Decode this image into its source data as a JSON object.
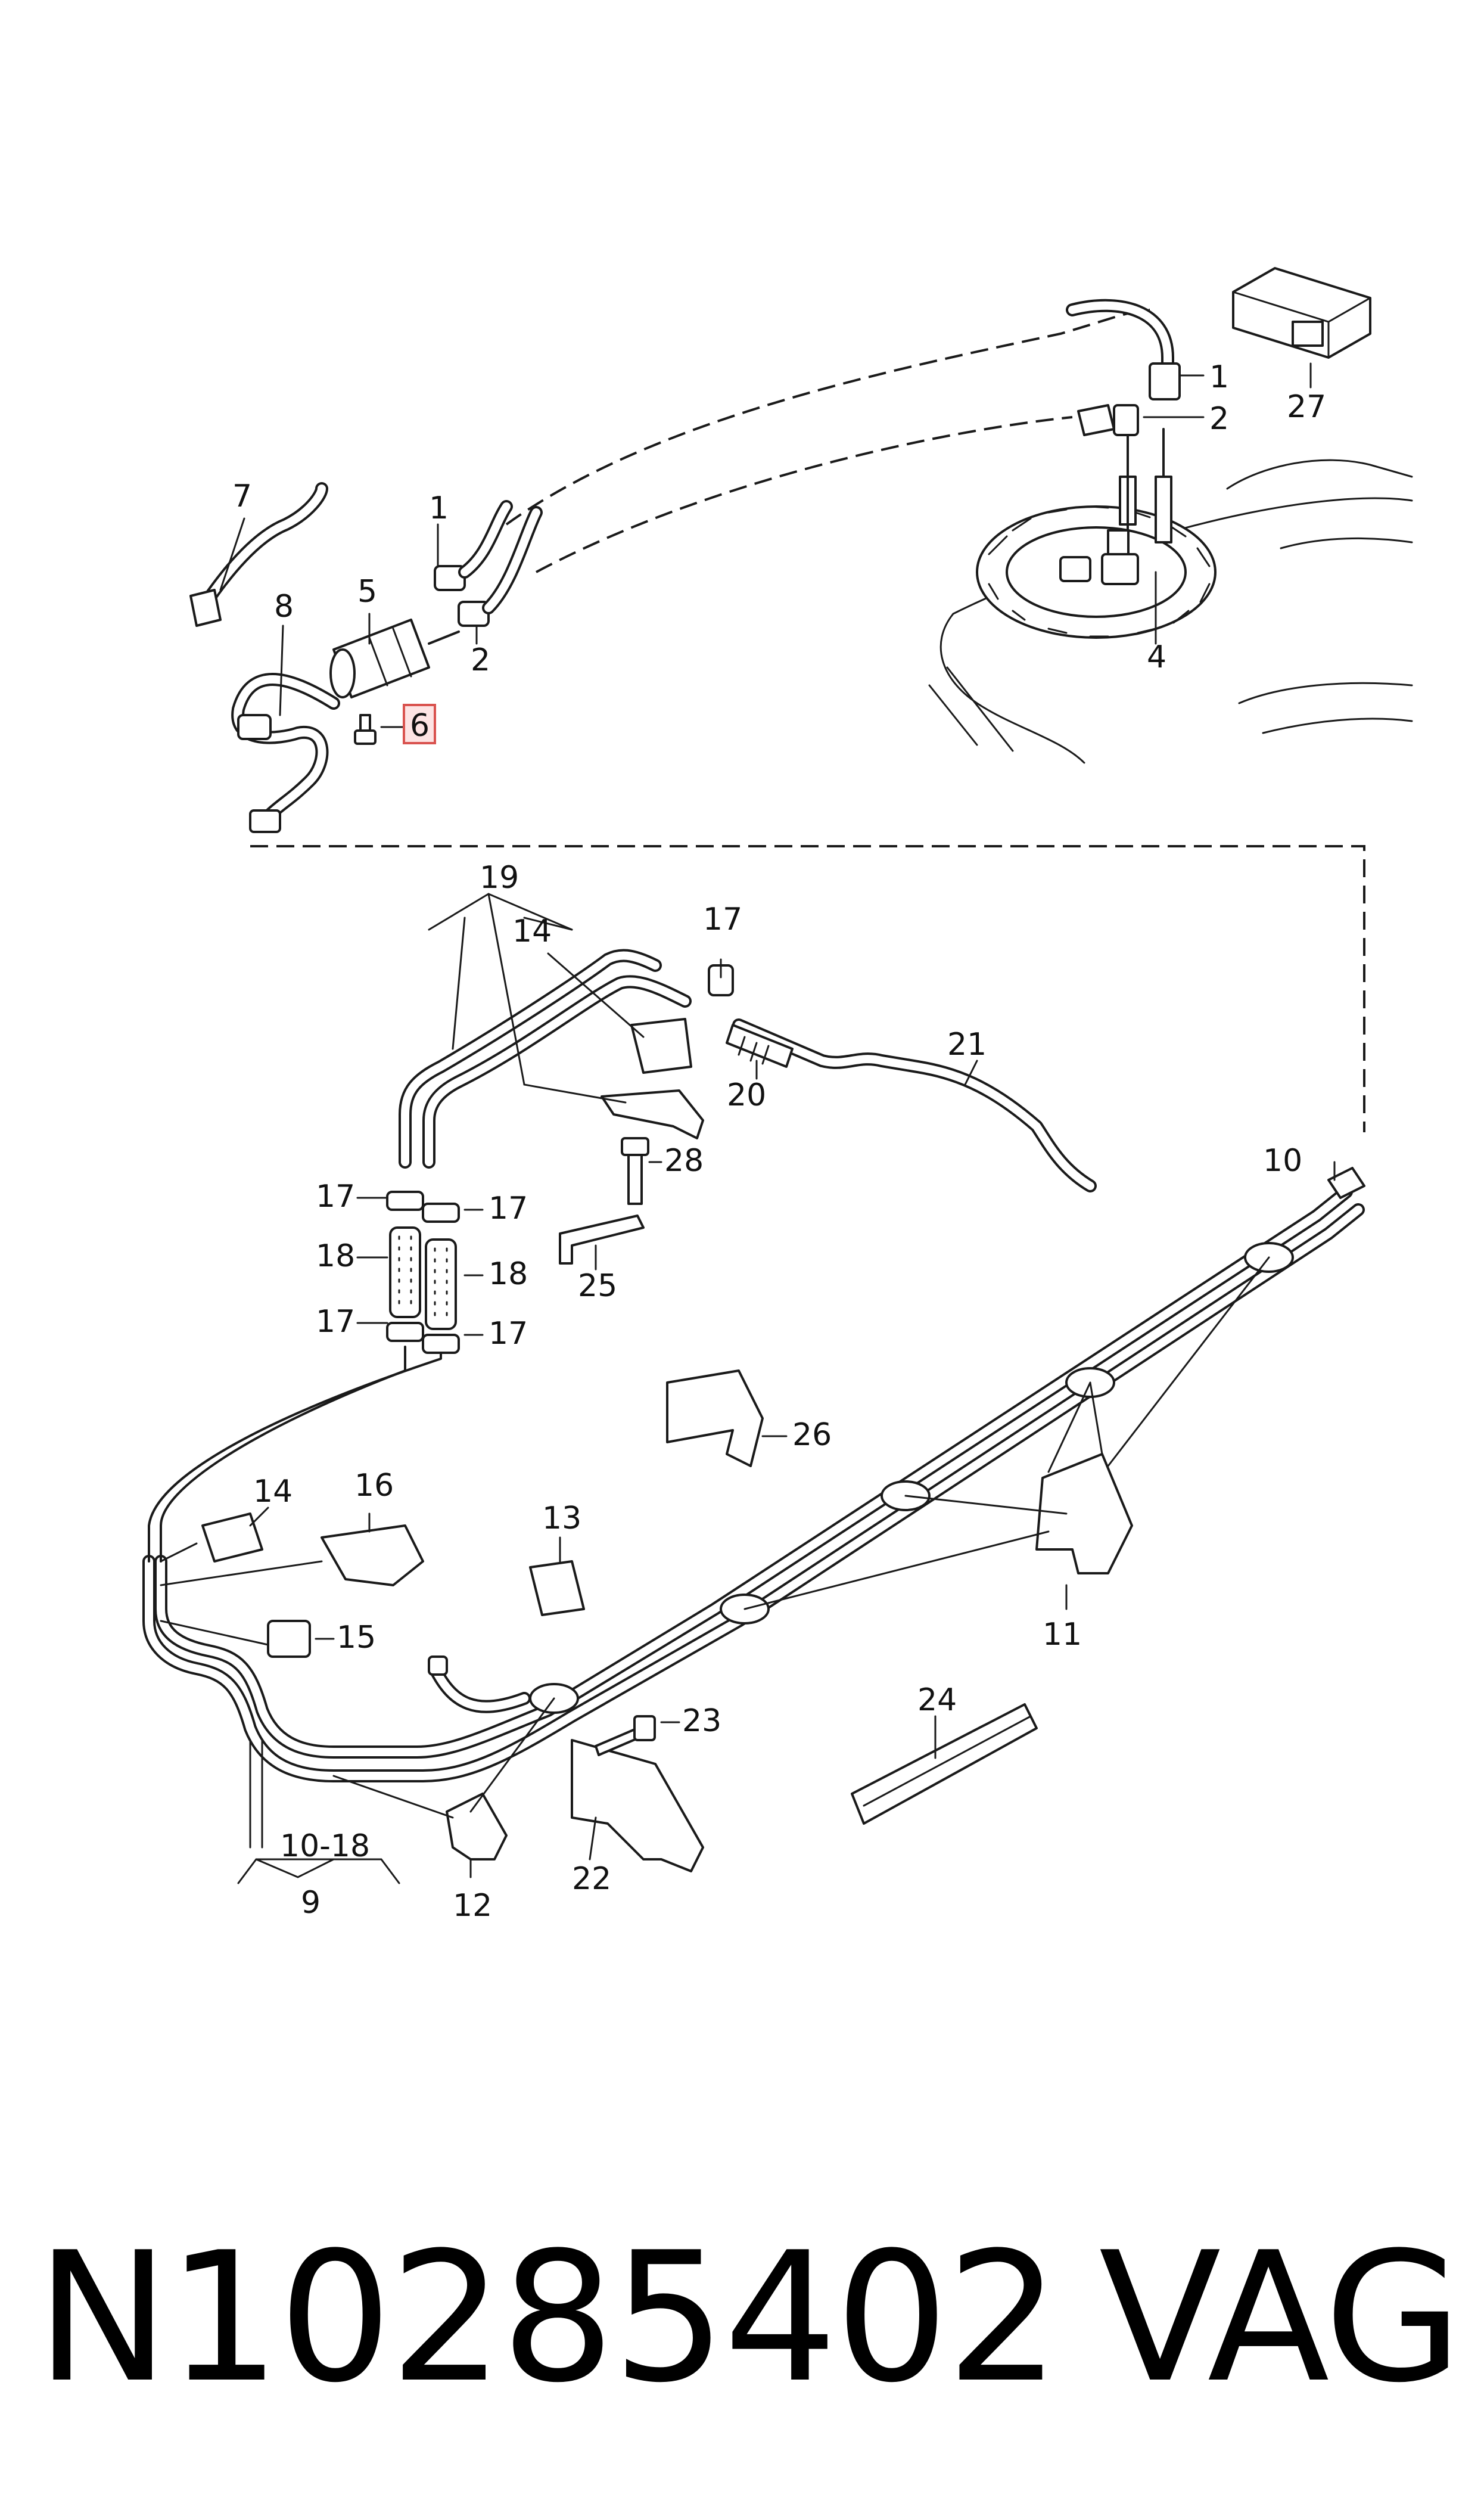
{
  "callouts": {
    "c1a": "1",
    "c2a": "2",
    "c27": "27",
    "c4": "4",
    "c7": "7",
    "c8": "8",
    "c5": "5",
    "c1b": "1",
    "c2b": "2",
    "c6": "6",
    "c19": "19",
    "c14a": "14",
    "c17a": "17",
    "c21": "21",
    "c20": "20",
    "c10": "10",
    "c28": "28",
    "c25": "25",
    "c17b": "17",
    "c17c": "17",
    "c18a": "18",
    "c18b": "18",
    "c17d": "17",
    "c17e": "17",
    "c26": "26",
    "c14b": "14",
    "c16": "16",
    "c13": "13",
    "c15": "15",
    "c11": "11",
    "c24": "24",
    "c23": "23",
    "c22": "22",
    "c12": "12",
    "c1018": "10-18",
    "c9": "9"
  },
  "highlighted_part": "6",
  "footer": {
    "part_number": "N10285402",
    "brand": "VAG"
  },
  "colors": {
    "highlight_fill": "#fde4e4",
    "highlight_stroke": "#d9534f",
    "line": "#1a1a1a"
  }
}
